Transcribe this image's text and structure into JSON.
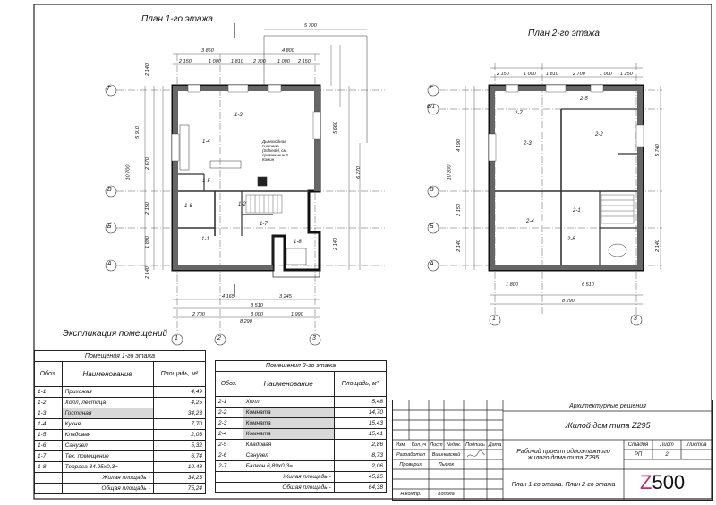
{
  "plan1": {
    "title": "План 1-го этажа",
    "axes_letters": [
      "Г",
      "В",
      "Б",
      "А"
    ],
    "axes_numbers": [
      "1",
      "2",
      "3"
    ],
    "dims_top": [
      "5 700",
      "3 860",
      "4 800",
      "2 150",
      "1 000",
      "1 810",
      "2 700",
      "1 000",
      "2 150"
    ],
    "dims_bottom": [
      "4 165",
      "3 245",
      "3 510",
      "2 700",
      "1 990",
      "3 000",
      "8 290"
    ],
    "dims_left": [
      "2 140",
      "5 910",
      "10 700",
      "2 670",
      "2 150",
      "1 890",
      "2 140"
    ],
    "dims_right": [
      "6 270",
      "5 660",
      "2 140"
    ],
    "room_tags": [
      "1-3",
      "1-4",
      "1-5",
      "1-2",
      "1-1",
      "1-6",
      "1-7",
      "1-8"
    ],
    "note": "Дымоходная система (Schiedel, см. примечание 6 Комин"
  },
  "plan2": {
    "title": "План 2-го этажа",
    "axes_letters": [
      "Г",
      "В/1",
      "В",
      "Б",
      "А"
    ],
    "axes_numbers": [
      "1",
      "2",
      "3"
    ],
    "dims_top": [
      "2 150",
      "1 000",
      "1 810",
      "2 700",
      "1 000",
      "1 250"
    ],
    "dims_bottom": [
      "1 800",
      "6 510",
      "8 290"
    ],
    "dims_left": [
      "4 190",
      "10 200",
      "2 150",
      "2 140"
    ],
    "dims_right": [
      "5 740",
      "2 140"
    ],
    "room_tags": [
      "2-3",
      "2-2",
      "2-1",
      "2-4",
      "2-5",
      "2-6",
      "2-7"
    ]
  },
  "expl_title": "Экспликация помещений",
  "table1": {
    "caption": "Помещения 1-го этажа",
    "headers": [
      "Обоз.",
      "Наименование",
      "Площадь, м²"
    ],
    "rows": [
      {
        "code": "1-1",
        "name": "Прихожая",
        "area": "4,49",
        "hl": false
      },
      {
        "code": "1-2",
        "name": "Холл, лестица",
        "area": "4,25",
        "hl": false
      },
      {
        "code": "1-3",
        "name": "Гостиная",
        "area": "34,23",
        "hl": true
      },
      {
        "code": "1-4",
        "name": "Кухня",
        "area": "7,70",
        "hl": false
      },
      {
        "code": "1-5",
        "name": "Кладовая",
        "area": "2,03",
        "hl": false
      },
      {
        "code": "1-6",
        "name": "Санузел",
        "area": "5,32",
        "hl": false
      },
      {
        "code": "1-7",
        "name": "Тех. помещение",
        "area": "6.74",
        "hl": false
      },
      {
        "code": "1-8",
        "name": "Терраса            34.95х0,3=",
        "area": "10.48",
        "hl": false
      }
    ],
    "total_living_label": "Жилая площадь -",
    "total_living": "34,23",
    "total_label": "Общая площадь -",
    "total": "75,24"
  },
  "table2": {
    "caption": "Помещения 2-го этажа",
    "headers": [
      "Обоз.",
      "Наименование",
      "Площадь, м²"
    ],
    "rows": [
      {
        "code": "2-1",
        "name": "Холл",
        "area": "5,48",
        "hl": false
      },
      {
        "code": "2-2",
        "name": "Комната",
        "area": "14,70",
        "hl": true
      },
      {
        "code": "2-3",
        "name": "Комната",
        "area": "15,43",
        "hl": true
      },
      {
        "code": "2-4",
        "name": "Комната",
        "area": "15,41",
        "hl": true
      },
      {
        "code": "2-5",
        "name": "Кладовая",
        "area": "2,86",
        "hl": false
      },
      {
        "code": "2-6",
        "name": "Санузел",
        "area": "8,73",
        "hl": false
      },
      {
        "code": "2-7",
        "name": "Балкон            6,89х0,3=",
        "area": "2,06",
        "hl": false
      }
    ],
    "total_living_label": "Жилая площадь -",
    "total_living": "45,25",
    "total_label": "Общая площадь -",
    "total": "64,38"
  },
  "stamp": {
    "arch": "Архитектурные решения",
    "house": "Жилой дом типа Z295",
    "project": "Рабочий проект одноэтажного жилого дома типа Z295",
    "col_headers": [
      "Изм.",
      "Кол.уч",
      "Лист",
      "№док.",
      "Подпись",
      "Дата"
    ],
    "roles": [
      {
        "role": "Разработал",
        "name": "Вишневский"
      },
      {
        "role": "Проверил",
        "name": "Лысюк"
      },
      {
        "role": "Н.контр.",
        "name": "Кодола"
      }
    ],
    "stage_label": "Стадия",
    "sheet_label": "Лист",
    "sheets_label": "Листов",
    "stage": "РП",
    "sheet": "2",
    "sheets": "",
    "sheet_title": "План 1-го этажа. План 2-го этажа",
    "logo_z": "Z",
    "logo_rest": "500"
  }
}
